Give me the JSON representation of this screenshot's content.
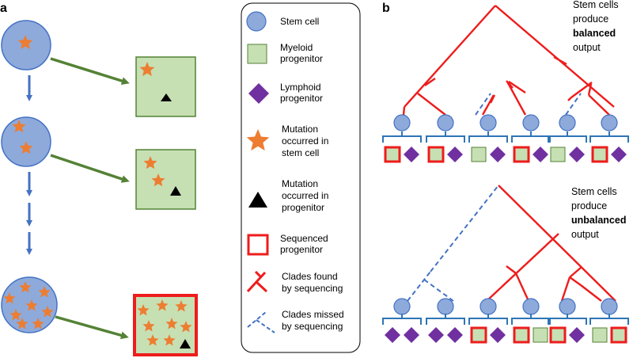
{
  "panels": {
    "a": "a",
    "b": "b"
  },
  "legend": {
    "stem_cell": [
      "Stem cell"
    ],
    "myeloid": [
      "Myeloid",
      "progenitor"
    ],
    "lymphoid": [
      "Lymphoid",
      "progenitor"
    ],
    "mutation_stem": [
      "Mutation",
      "occurred in",
      "stem cell"
    ],
    "mutation_progenitor": [
      "Mutation",
      "occurred in",
      "progenitor"
    ],
    "sequenced": [
      "Sequenced",
      "progenitor"
    ],
    "clades_found": [
      "Clades found",
      "by sequencing"
    ],
    "clades_missed": [
      "Clades missed",
      "by sequencing"
    ]
  },
  "balanced_caption": [
    "Stem cells",
    "produce",
    "balanced",
    "output"
  ],
  "unbalanced_caption": [
    "Stem cells",
    "produce",
    "unbalanced",
    "output"
  ],
  "colors": {
    "stem": "#8eaadb",
    "stem_stroke": "#4472c4",
    "myeloid": "#c6e0b4",
    "myeloid_stroke": "#548235",
    "lymphoid": "#7030a0",
    "mutation": "#ed7d31",
    "found": "#ee1c1c",
    "missed": "#4472c4",
    "arrow_blue": "#4472c4",
    "arrow_green": "#548235",
    "bracket": "#2e75b6"
  },
  "icons": [
    "star-icon",
    "triangle-icon",
    "diamond-icon",
    "circle-icon",
    "square-icon"
  ]
}
